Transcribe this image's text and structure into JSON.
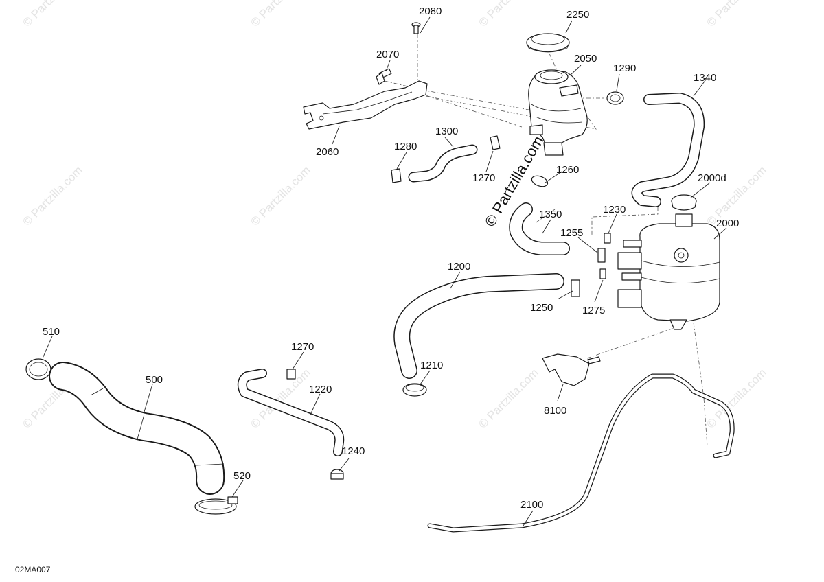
{
  "watermark": {
    "faint_text": "© Partzilla.com",
    "main_text": "© Partzilla.com"
  },
  "diagram_code": "02MA007",
  "callouts": {
    "c2080": "2080",
    "c2250": "2250",
    "c2070": "2070",
    "c2050": "2050",
    "c1290": "1290",
    "c1340": "1340",
    "c2060": "2060",
    "c1300": "1300",
    "c1280": "1280",
    "c1270a": "1270",
    "c1260": "1260",
    "c2000d": "2000d",
    "c1230": "1230",
    "c2000": "2000",
    "c1350": "1350",
    "c1255": "1255",
    "c1200": "1200",
    "c1250": "1250",
    "c1275": "1275",
    "c510": "510",
    "c500": "500",
    "c1270b": "1270",
    "c1220": "1220",
    "c1210": "1210",
    "c8100": "8100",
    "c1240": "1240",
    "c520": "520",
    "c2100": "2100"
  }
}
